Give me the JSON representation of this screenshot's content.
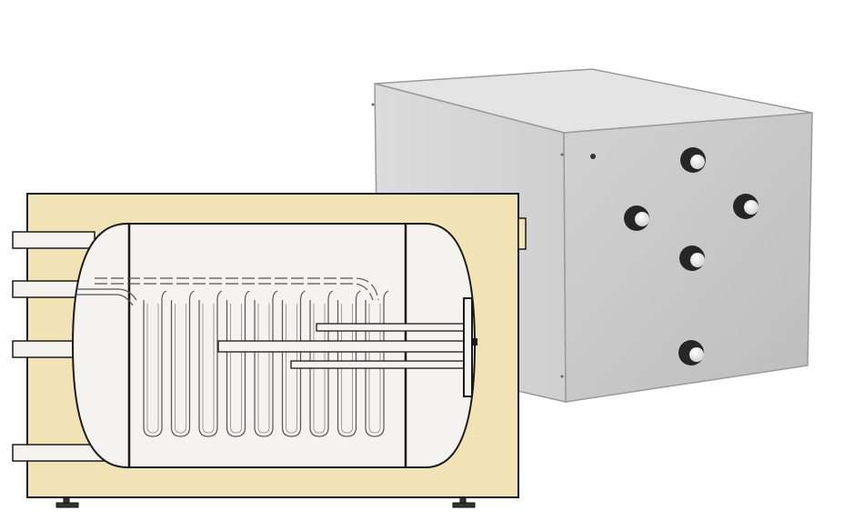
{
  "colors": {
    "background": "#ffffff",
    "insulation": "#f1e3b5",
    "tank_fill": "#f4f3ef",
    "line": "#1a1a1a",
    "box_front": "#c6c6c6",
    "box_side": "#d4d4d4",
    "box_top": "#e2e2e2",
    "port_dark": "#262626",
    "port_cap": "#f2f2f2"
  },
  "diagram": {
    "left_pipes": 4,
    "coil_loops": 9,
    "right_rods": 3,
    "feet": 2,
    "front_ports": 5,
    "kind": "horizontal water heater cross-section with exterior housing view"
  }
}
